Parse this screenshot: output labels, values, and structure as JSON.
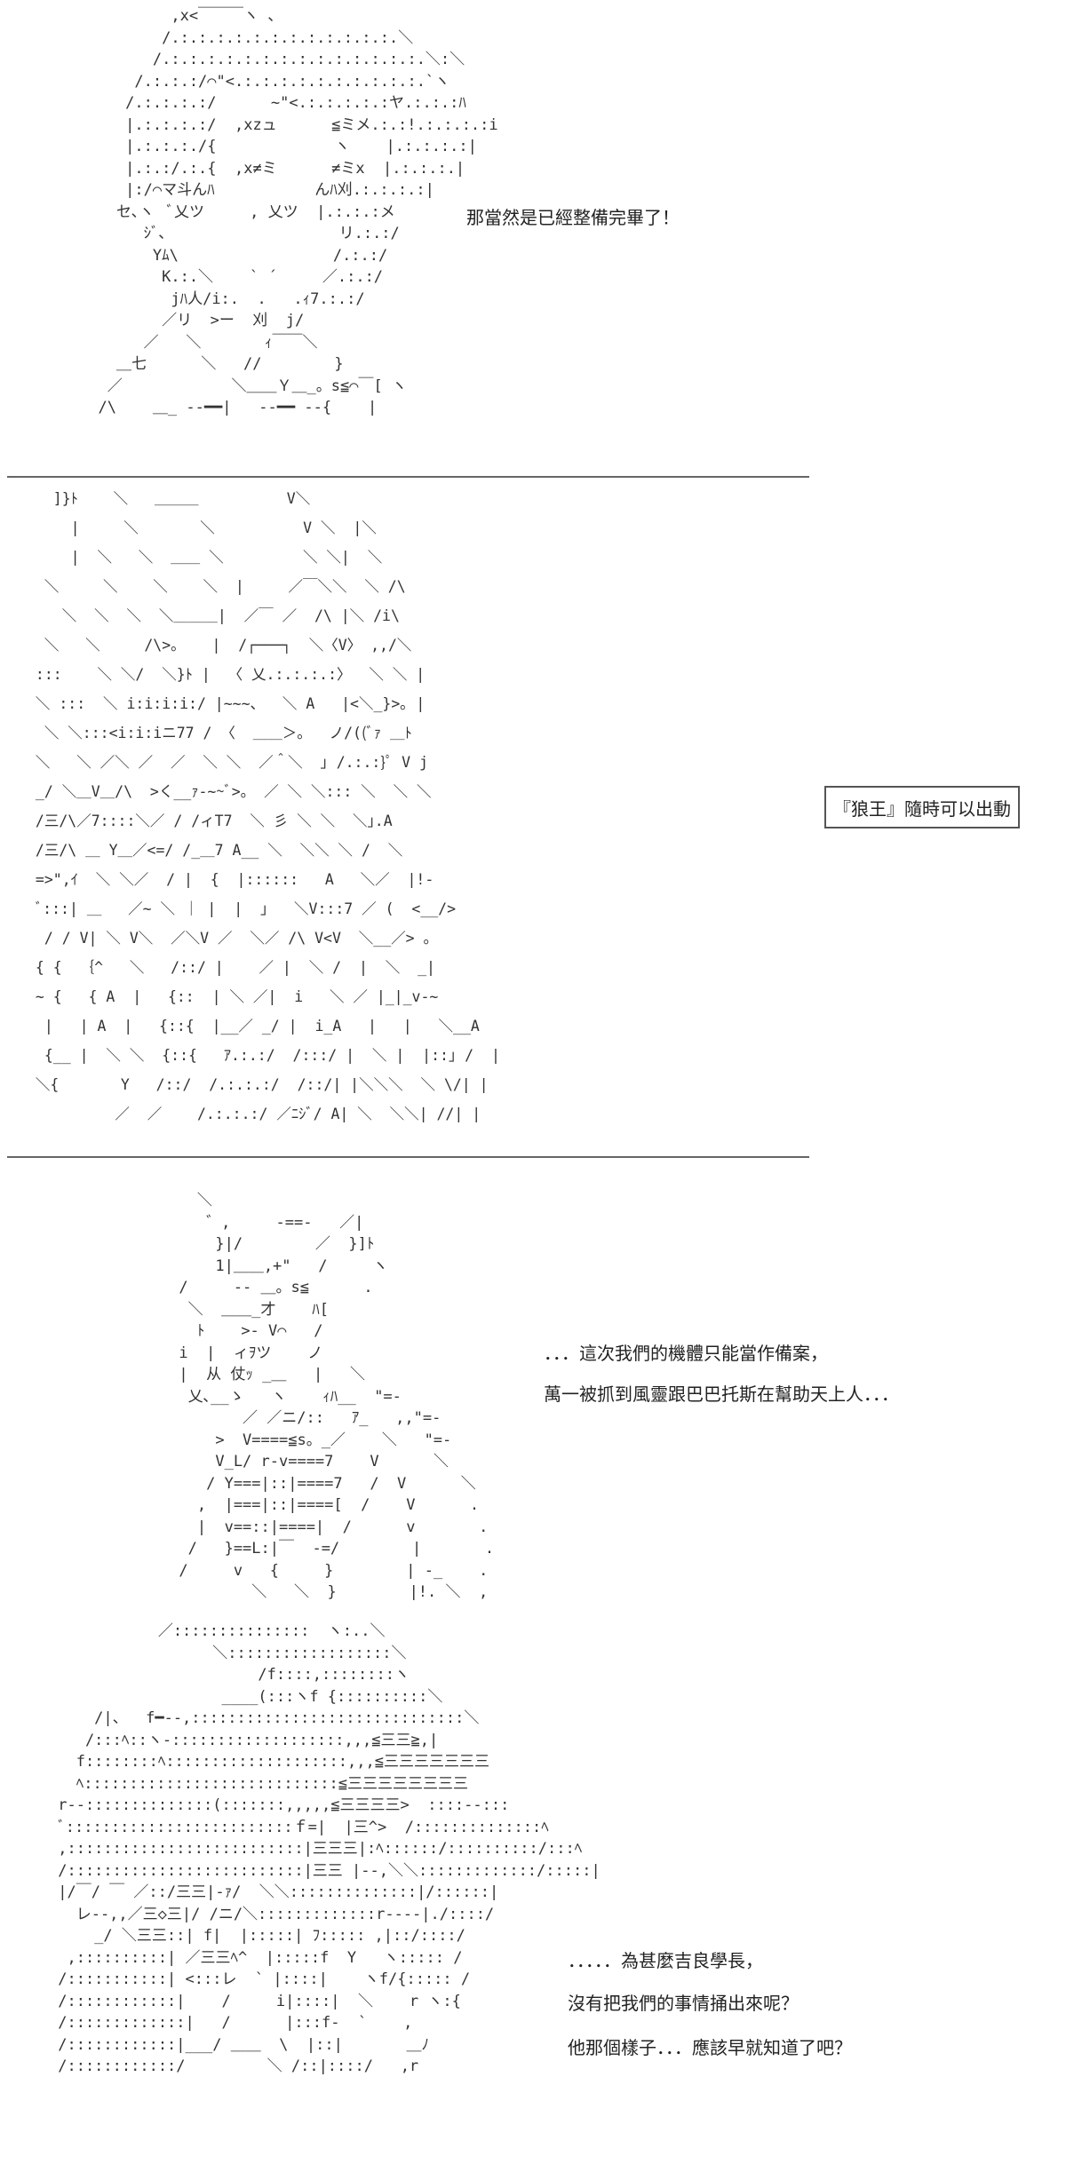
{
  "panels": [
    {
      "dialogue": [
        "那當然是已經整備完畢了！"
      ],
      "art": "          ,x<￣￣￣ヽ 、\n         /.:.:.:.:.:.:.:.:.:.:.:.:.＼\n        /.:.:.:.:.:.:.:.:.:.:.:.:.:.:.＼:＼\n      /.:.:.:/⌒\"<.:.:.:.:.:.:.:.:.:.:.`ヽ\n     /.:.:.:.:/      ~\"<.:.:.:.:.:ヤ.:.:.:ﾊ\n     |.:.:.:.:/  ,xzュ      ≦ミメ.:.:!.:.:.:.:i\n     |.:.:.:./{             ヽ    |.:.:.:.:|\n     |.:.:/.:.{  ,x≠ミ      ≠ミx  |.:.:.:.|\n     |:/⌒マ斗んﾊ           んﾊ刈.:.:.:.:|\n    セ､ヽ  ﾞ乂ツ     , 乂ツ  |.:.:.:メ\n       ｼﾞ､                   リ.:.:/\n        Yﾑ\\                 /.:.:/\n         K.:.＼    ` ´     ／.:.:/\n          jﾊ人/i:.  .   .ｨ7.:.:/\n         ／リ  >ー  刈  j/\n       ／   ＼       ｨ￣￣＼\n    ＿七      ＼   //        }\n   ／            ＼＿＿Ｙ＿_。s≦⌒￣[ ヽ\n  /\\    ＿_ ‐‐━━|   ‐‐━━ ‐‐{    |"
    },
    {
      "dialogue": [
        "『狼王』隨時可以出動"
      ],
      "art": "   ]}ﾄ    ＼   ＿＿＿          V＼\n     |     ＼       ＼          V ＼  |＼\n     |  ＼   ＼  ＿＿ ＼         ＼ ＼|  ＼\n  ＼     ＼    ＼    ＼  |     ／￣＼＼  ＼ /\\\n    ＼  ＼  ＼  ＼＿＿＿|  ／￣ ／  /\\ |＼ /i\\\n  ＼   ＼     /\\>。   |  /┌───┐  ＼〈V〉 ,,/＼\n :::    ＼ ＼/  ＼}ﾄ |  〈 乂.:.:.:.:〉  ＼ ＼ |\n ＼ :::  ＼ i:i:i:i:/ |~~~、  ＼ A   |<＼_}>｡ |\n  ＼ ＼:::<i:i:iニ77 / 〈  ＿＿＞。  ノ/((ﾞｧ ＿ﾄ\n ＼   ＼ ／＼ ／  ／  ＼ ＼  ／＾＼  ｣ /.:.:}ﾟ V j\n _/ ＼＿V＿/\\  >く__ｧ-~~ﾞ>。 ／ ＼ ＼::: ＼  ＼ ＼\n /三/\\／7::::＼／ / /ィT7  ＼ 彡 ＼ ＼  ＼｣.A\n /三/\\ ＿ Y＿／<=/ /_＿7 A__ ＼  ＼＼ ＼ /  ＼\n =>\",ｲ  ＼ ＼／  / |  {  |::::::   A   ＼／  |!-\n ﾞ:::| ＿   ／~ ＼ ｜ |  |  ｣   ＼V:::7 ／ (  <__/>\n  / / V| ＼ V＼  ／＼V ／  ＼／ /\\ V<V  ＼__／> 。\n { {  ｛^   ＼   /::/ |    ／ |  ＼ /  |  ＼  _|\n ~ {   { A  |   {::  | ＼ ／|  i   ＼ ／ |_|_v-~\n  |   | A  |   {::{  |__／ _/ |  i_A   |   |   ＼__A\n  {__ |  ＼ ＼  {::{   ｱ.:.:/  /:::/ |  ＼ |  |::｣ /  |\n ＼{       Y   /::/  /.:.:.:/  /::/| |＼＼＼  ＼ \\/| |\n          ／  ／    /.:.:.:/ ／ﾆｼﾞ/ A| ＼  ＼＼| //| |"
    },
    {
      "dialogue": [
        "．．．這次我們的機體只能當作備案，",
        "萬一被抓到風靈跟巴巴托斯在幫助天上人．．．"
      ],
      "art": "        ＼\n         ゛,     -==-   ／|\n          }|/        ／  }]ﾄ\n          1|＿＿,+\"   /     ヽ\n      /     -- ＿。s≦      .\n       ＼  ＿＿_才    ﾊ[\n        ﾄ    >- V⌒   /\n      i  |  ィｦツ    ノ\n      |  从 仗ｯ _＿   |   ＼\n       乂､__ゝ   ヽ    ｨﾊ__  \"=-\n             ／ ／ニ/::   ｱ_   ,,\"=-\n          >  V====≦s。_／    ＼   \"=-\n          V_L/ r-v====7    V      ＼\n         / Y===|::|====7   /  V      ＼\n        ,  |===|::|====[  /    V      .\n        |  v==::|====|  /      v       .\n       /   }==L:|￣  -=/        |       .\n      /     v   {     }        | -_    .\n              ＼   ＼  }        |!. ＼  ,"
    },
    {
      "dialogue": [
        "．．．．．為甚麼吉良學長，",
        "沒有把我們的事情捅出來呢？",
        "他那個樣子．．．應該早就知道了吧？"
      ],
      "art": "            ／:::::::::::::::  ヽ:..＼\n                  ＼::::::::::::::::::＼\n                       /f::::,::::::::ヽ\n                   ____(:::ヽf {::::::::::＼\n     /|、  f━--,::::::::::::::::::::::::::::::＼\n    /:::ﾍ::ヽ-:::::::::::::::::::,,,≦三三≧,|\n   f::::::::ﾍ::::::::::::::::::::,,,≦三三三三三三三\n   ﾍ::::::::::::::::::::::::::::≦三三三三三三三三\n r--::::::::::::::(:::::::,,,,,≦三三三三>  ::::--:::\n ﾞ:::::::::::::::::::::::::ｆ=|  |三^>  /::::::::::::::ﾍ\n ,::::::::::::::::::::::::::|三三三|:ﾍ::::::/::::::::::/:::ﾍ\n /::::::::::::::::::::::::::|三三 |--,＼＼:::::::::::::/:::::|\n |/￣/ ￣ ／::/三三|-ｧ/  ＼＼::::::::::::::|/::::::|\n   レ--,,／三◇三|/ /ニ/＼:::::::::::::r----|./::::/\n     _/ ＼三三::| f|  |:::::| ﾌ::::: ,|::/::::/\n  ,::::::::::| ／三三ﾍ^  |:::::f  Y   ヽ::::: /\n /:::::::::::| <:::レ  ` |::::|    ヽf/{::::: /\n /::::::::::::|    /     i|::::|  ＼    r ヽ:{\n /:::::::::::::|   /      |:::f-  `    ,\n /::::::::::::|___/ ＿＿  \\  |::|       ＿ﾉ\n /::::::::::::/         ＼ /::|::::/   ,r\n"
    }
  ]
}
